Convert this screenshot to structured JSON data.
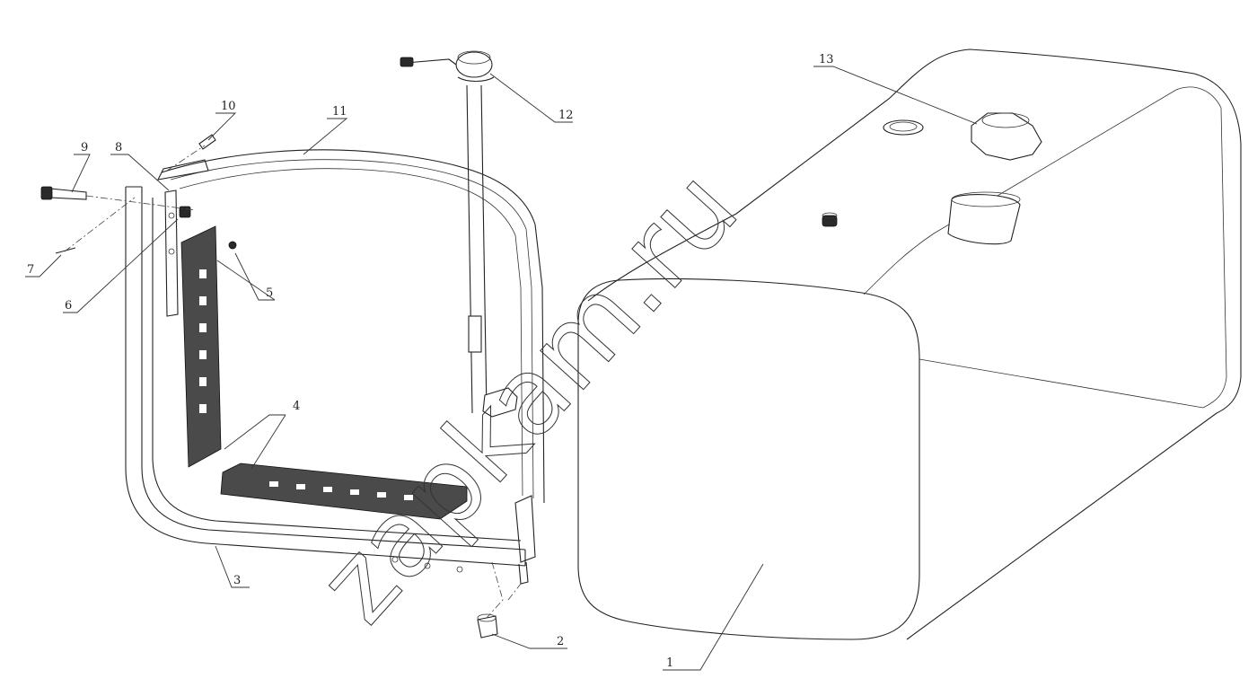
{
  "diagram": {
    "callouts": [
      {
        "id": "c1",
        "label": "1"
      },
      {
        "id": "c2",
        "label": "2"
      },
      {
        "id": "c3",
        "label": "3"
      },
      {
        "id": "c4",
        "label": "4"
      },
      {
        "id": "c5",
        "label": "5"
      },
      {
        "id": "c6",
        "label": "6"
      },
      {
        "id": "c7",
        "label": "7"
      },
      {
        "id": "c8",
        "label": "8"
      },
      {
        "id": "c9",
        "label": "9"
      },
      {
        "id": "c10",
        "label": "10"
      },
      {
        "id": "c11",
        "label": "11"
      },
      {
        "id": "c12",
        "label": "12"
      },
      {
        "id": "c13",
        "label": "13"
      }
    ],
    "watermark": "zapkam.ru"
  }
}
